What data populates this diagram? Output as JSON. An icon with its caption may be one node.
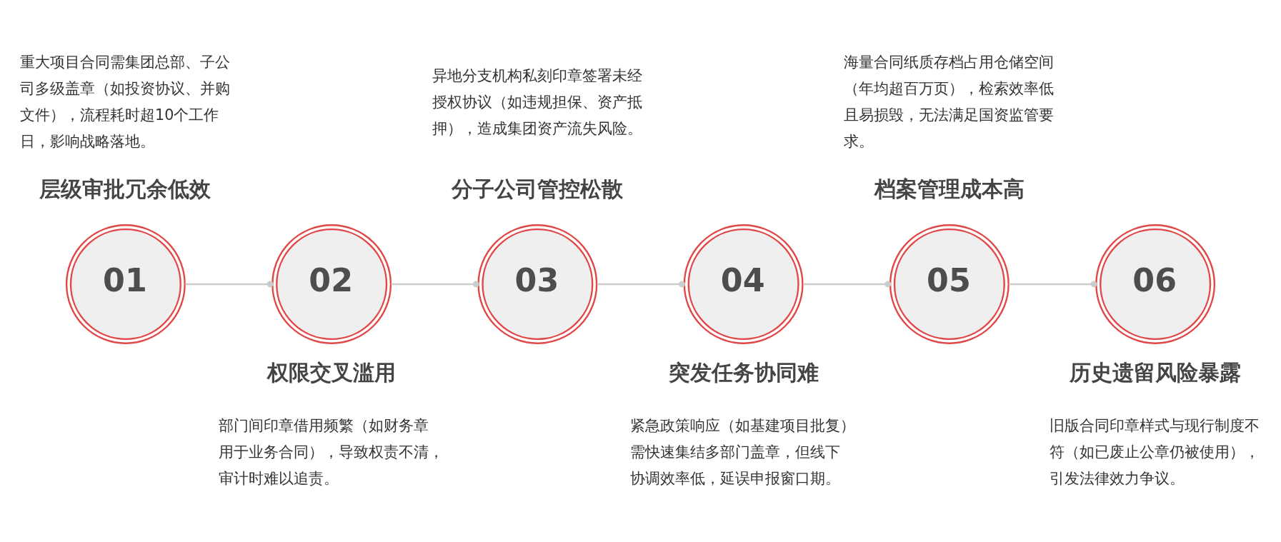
{
  "diagram": {
    "nodes": [
      {
        "text": [
          "01"
        ],
        "beside": [
          "层级审批冗余低效",
          "重大项目合同需集团总部、子公司多级盖章（如投资协议、并购文件），流程耗时超10个工作日，影响战略落地。"
        ]
      },
      {
        "text": [
          "02"
        ],
        "beside": [
          "权限交叉滥用",
          "部门间印章借用频繁（如财务章用于业务合同），导致权责不清，审计时难以追责。"
        ]
      },
      {
        "text": [
          "03"
        ],
        "beside": [
          "分子公司管控松散",
          "异地分支机构私刻印章签署未经授权协议（如违规担保、资产抵押），造成集团资产流失风险。"
        ]
      },
      {
        "text": [
          "04"
        ],
        "beside": [
          "突发任务协同难",
          "紧急政策响应（如基建项目批复）需快速集结多部门盖章，但线下协调效率低，延误申报窗口期。"
        ]
      },
      {
        "text": [
          "05"
        ],
        "beside": [
          "档案管理成本高",
          "海量合同纸质存档占用仓储空间（年均超百万页），检索效率低且易损毁，无法满足国资监管要求。"
        ]
      },
      {
        "text": [
          "06"
        ],
        "beside": [
          "历史遗留风险暴露",
          "旧版合同印章样式与现行制度不符（如已废止公章仍被使用），引发法律效力争议。"
        ]
      }
    ],
    "edges": [
      {
        "from": 0,
        "to": 1,
        "arrow": "other"
      },
      {
        "from": 1,
        "to": 2,
        "arrow": "other"
      },
      {
        "from": 2,
        "to": 3,
        "arrow": "other"
      },
      {
        "from": 3,
        "to": 4,
        "arrow": "other"
      },
      {
        "from": 4,
        "to": 5,
        "arrow": "other"
      }
    ]
  }
}
